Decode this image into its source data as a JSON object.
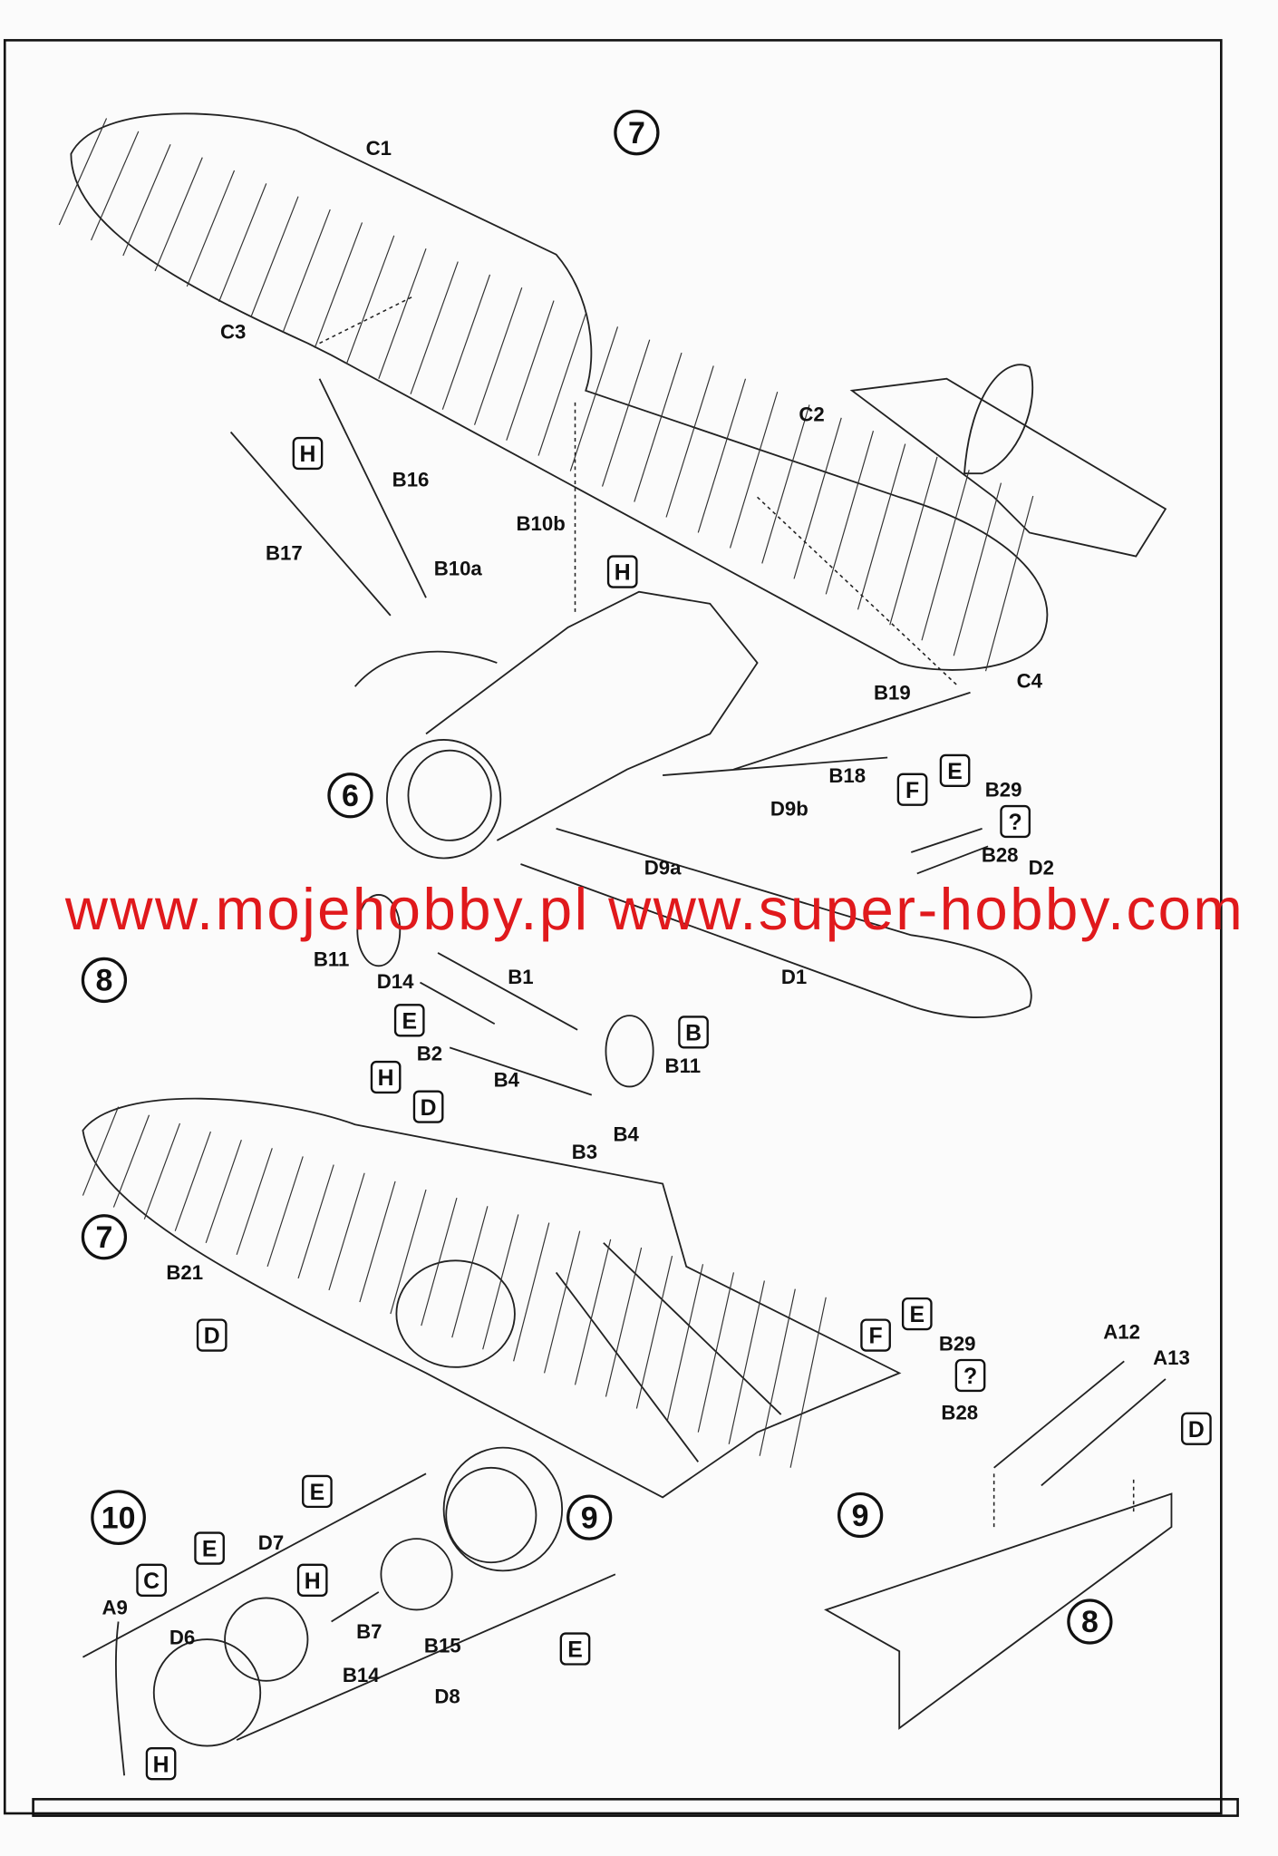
{
  "steps": [
    "7",
    "6",
    "8",
    "7",
    "10",
    "9",
    "9",
    "8"
  ],
  "part_labels": [
    "C1",
    "C3",
    "C2",
    "B16",
    "B17",
    "B10b",
    "B10a",
    "C4",
    "B19",
    "B18",
    "B29",
    "D9b",
    "B28",
    "D9a",
    "D2",
    "D1",
    "B11",
    "D14",
    "B1",
    "B2",
    "B11",
    "B4",
    "B3",
    "B4",
    "B21",
    "B29",
    "B28",
    "A12",
    "A13",
    "D7",
    "B7",
    "B15",
    "B14",
    "A9",
    "D6",
    "D8"
  ],
  "sprue_letters": [
    "H",
    "H",
    "F",
    "E",
    "?",
    "E",
    "H",
    "D",
    "B",
    "D",
    "F",
    "E",
    "?",
    "D",
    "E",
    "E",
    "H",
    "C",
    "H",
    "E"
  ],
  "watermark": "www.mojehobby.pl www.super-hobby.com"
}
